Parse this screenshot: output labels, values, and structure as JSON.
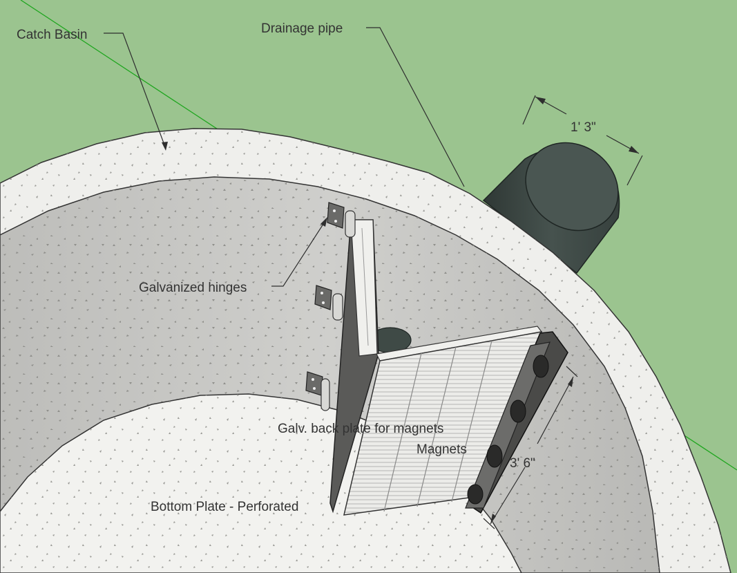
{
  "colors": {
    "background": "#9bc48f",
    "concrete_rim": "#efefec",
    "concrete_wall": "#c9c9c6",
    "floor": "#f2f2ef",
    "pipe": "#3f4a46",
    "axis_green": "#1fa61f",
    "plate": "#e6e6e3",
    "plate_dark": "#5a5a58",
    "label_text": "#333333"
  },
  "labels": {
    "catch_basin": "Catch Basin",
    "drainage_pipe": "Drainage pipe",
    "galvanized_hinges": "Galvanized hinges",
    "galv_back_plate": "Galv. back plate for magnets",
    "magnets": "Magnets",
    "bottom_plate": "Bottom Plate - Perforated"
  },
  "dimensions": {
    "pipe_diameter": "1' 3\"",
    "plate_length": "3' 6\""
  }
}
